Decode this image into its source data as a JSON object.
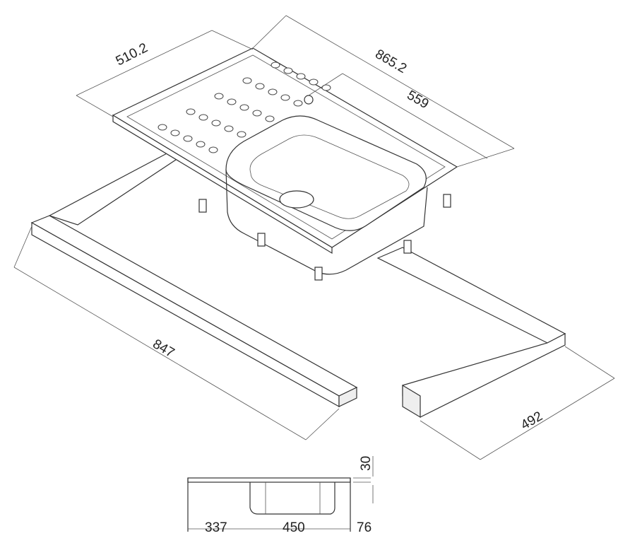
{
  "dimensions": {
    "width_top": "510.2",
    "length_top": "865.2",
    "bowl_offset": "559",
    "frame_length": "847",
    "frame_width": "492",
    "rim_height": "30",
    "drainer_width": "337",
    "bowl_width": "450",
    "bowl_depth": "76"
  }
}
